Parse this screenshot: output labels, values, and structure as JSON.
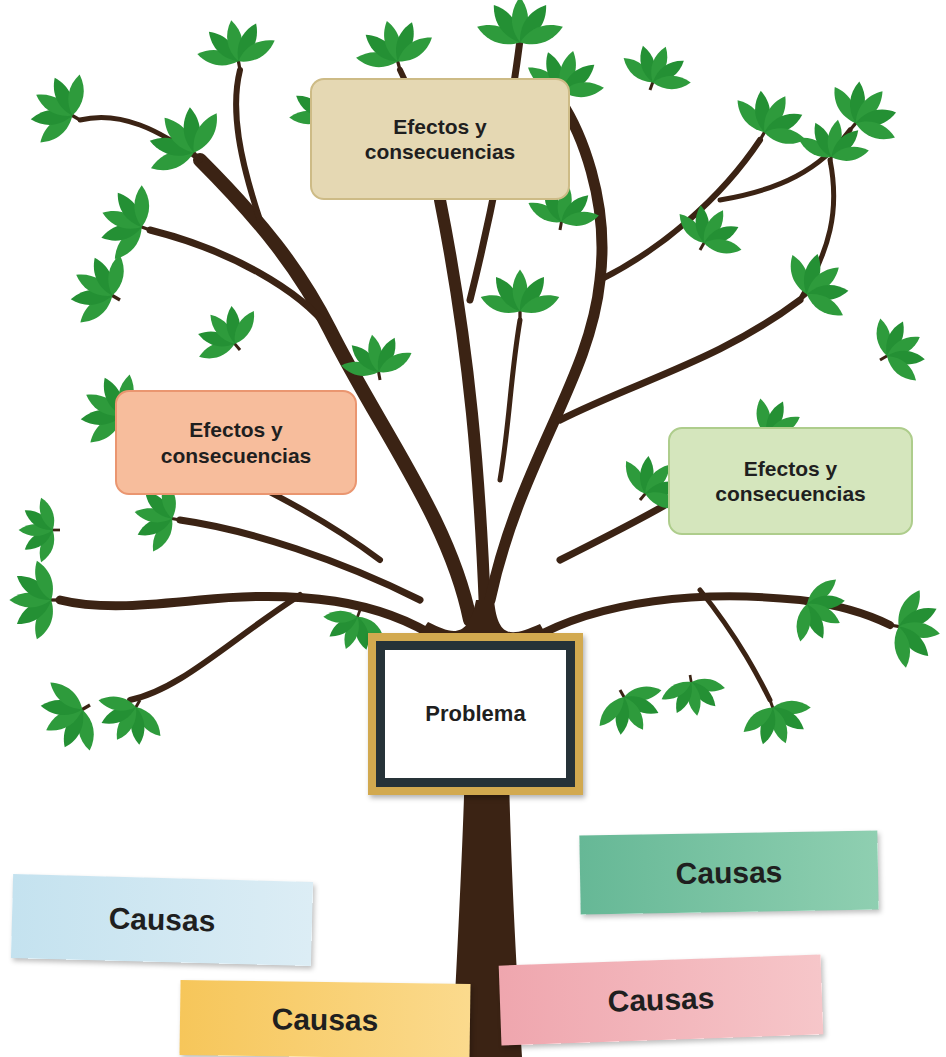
{
  "diagram": {
    "nodes": [
      {
        "text": [
          "Efectos y consecuencias"
        ]
      },
      {
        "text": [
          "Efectos y consecuencias"
        ]
      },
      {
        "text": [
          "Efectos y consecuencias"
        ]
      },
      {
        "text": [
          "Problema"
        ]
      },
      {
        "text": [
          "Causas"
        ]
      },
      {
        "text": [
          "Causas"
        ]
      },
      {
        "text": [
          "Causas"
        ]
      },
      {
        "text": [
          "Causas"
        ]
      }
    ]
  }
}
